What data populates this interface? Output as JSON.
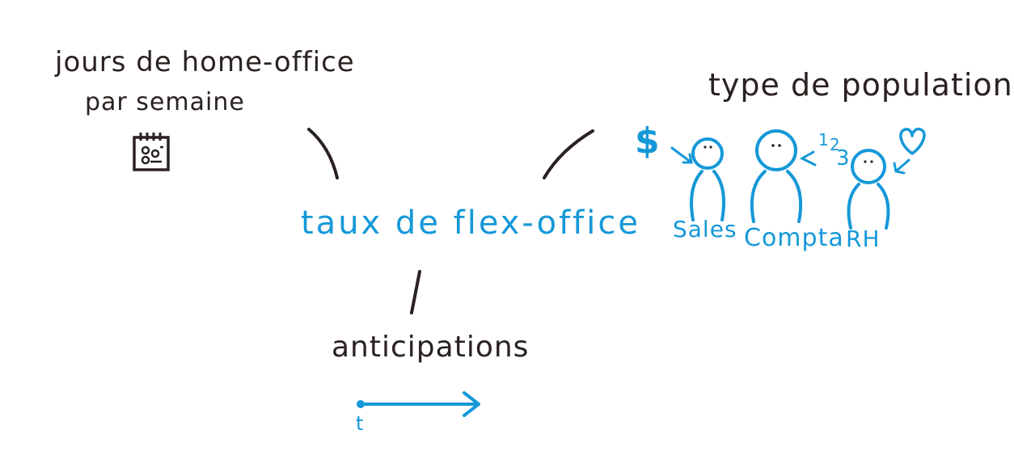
{
  "center": {
    "label": "taux de flex-office",
    "color": "#1598d8"
  },
  "left_factor": {
    "line1": "jours de home-office",
    "line2": "par semaine",
    "icon": "calendar-icon"
  },
  "right_factor": {
    "title": "type de population",
    "groups": [
      {
        "label": "Sales",
        "icon": "dollar-icon",
        "person": "person-icon"
      },
      {
        "label": "Compta",
        "icon": "numbers-icon",
        "numbers": "123",
        "person": "person-icon"
      },
      {
        "label": "RH",
        "icon": "heart-icon",
        "person": "person-icon"
      }
    ]
  },
  "bottom_factor": {
    "title": "anticipations",
    "axis_label": "t",
    "icon": "timeline-arrow-icon"
  },
  "colors": {
    "ink": "#2a2220",
    "accent": "#1598d8"
  }
}
